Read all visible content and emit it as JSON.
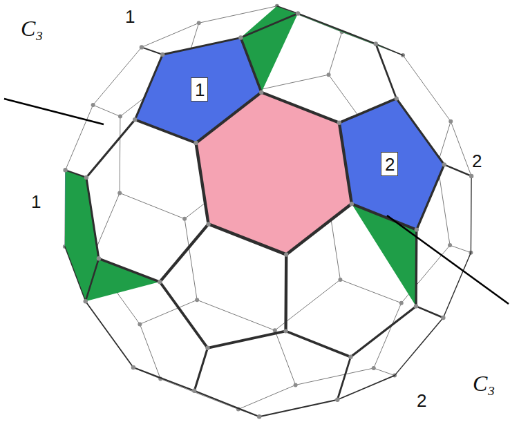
{
  "diagram": {
    "nodes": [
      {
        "text": [
          "1"
        ]
      },
      {
        "text": [
          "2"
        ]
      }
    ],
    "labels": [
      "1",
      "C₃",
      "2",
      "1",
      "C₃",
      "2"
    ]
  }
}
